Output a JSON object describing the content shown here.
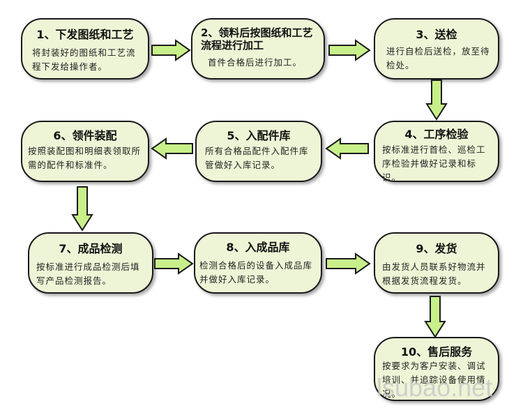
{
  "steps": [
    {
      "title": "1、下发图纸和工艺",
      "desc": "将封装好的图纸和工艺流程下发给操作者。"
    },
    {
      "title": "2、领料后按图纸和工艺流程进行加工",
      "desc": "首件合格后进行加工。"
    },
    {
      "title": "3、送检",
      "desc": "进行自检后送检，放至待检处。"
    },
    {
      "title": "4、工序检验",
      "desc": "按标准进行首检、巡检工序检验并做好记录和标识。"
    },
    {
      "title": "5、入配件库",
      "desc": "所有合格品配件入配件库管做好入库记录。"
    },
    {
      "title": "6、领件装配",
      "desc": "按照装配图和明细表领取所需的配件和标准件。"
    },
    {
      "title": "7、成品检测",
      "desc": "按标准进行成品检测后填写产品检测报告。"
    },
    {
      "title": "8、入成品库",
      "desc": "检测合格后的设备入成品库并做好入库记录。"
    },
    {
      "title": "9、发货",
      "desc": "由发货人员联系好物流并根据发货流程发货。"
    },
    {
      "title": "10、售后服务",
      "desc": "按要求为客户安装、调试培训、并追踪设备使用情况。"
    }
  ],
  "watermark": "lsubao.net",
  "colors": {
    "box_fill": "#eef5d6",
    "arrow_fill": "#c8f08a",
    "border": "#1a1a1a"
  }
}
